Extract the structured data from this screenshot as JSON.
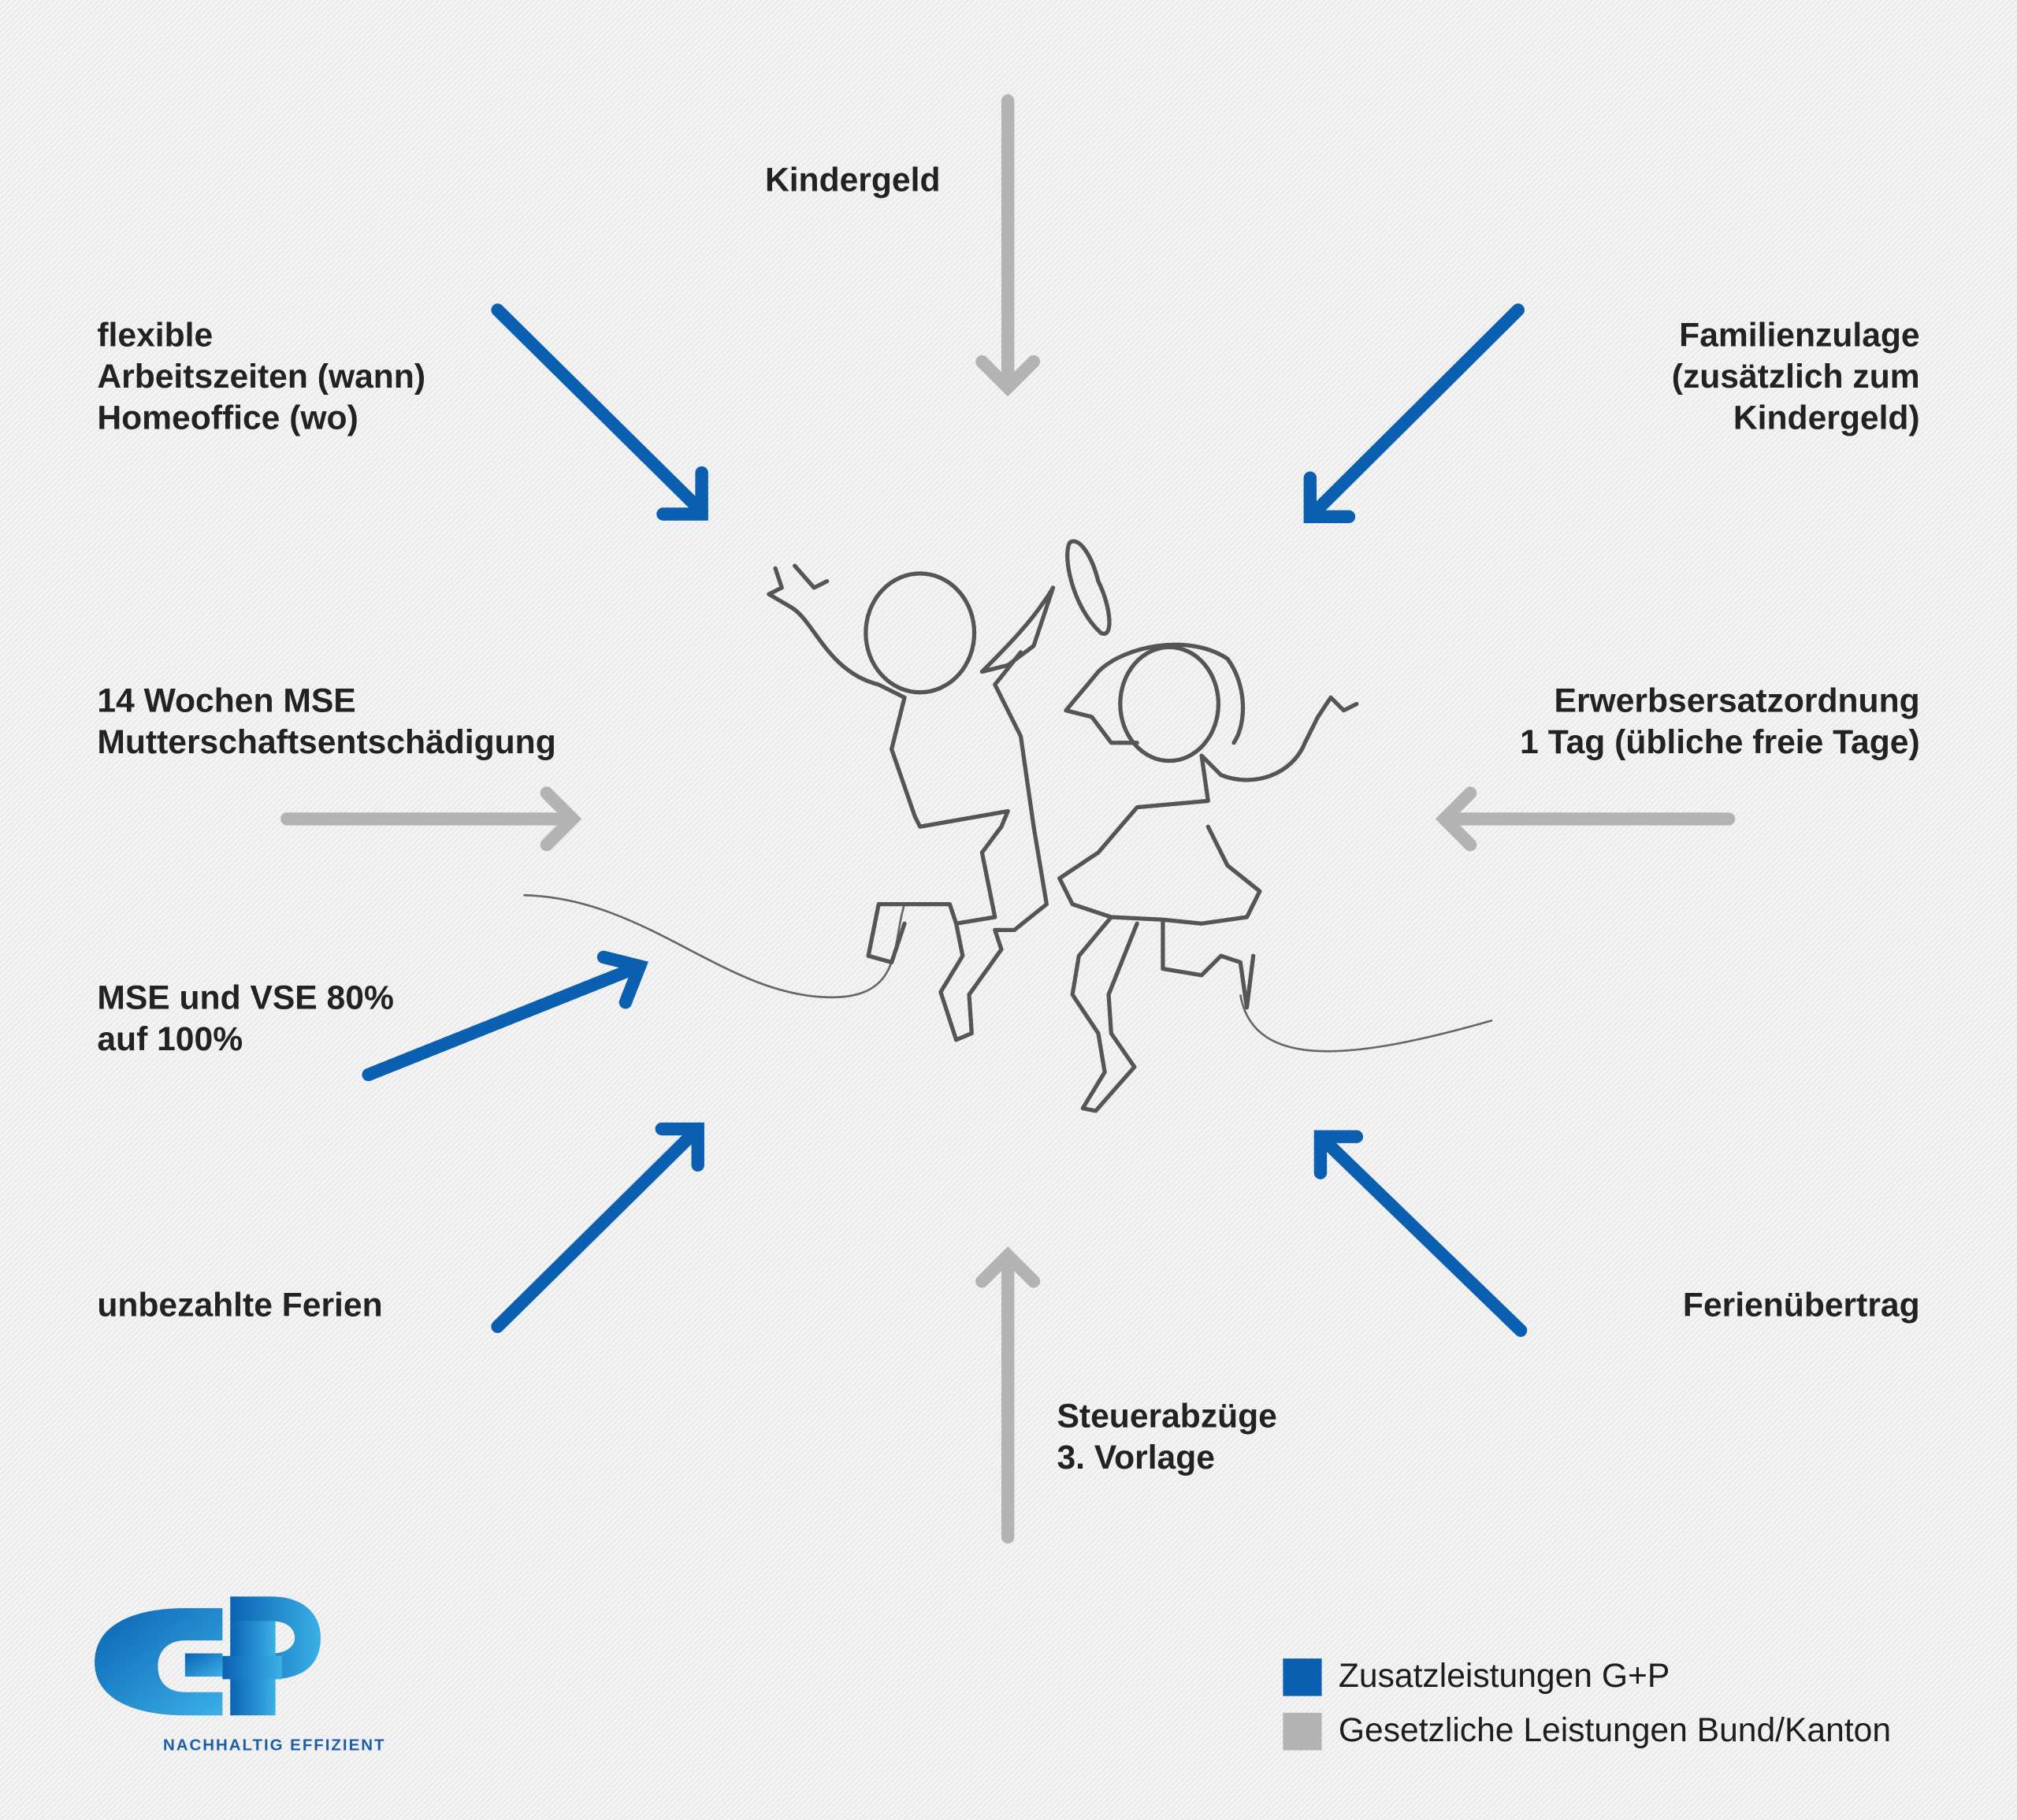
{
  "labels": {
    "kindergeld": "Kindergeld",
    "flexible": [
      "flexible",
      "Arbeitszeiten (wann)",
      "Homeoffice (wo)"
    ],
    "familienzulage": [
      "Familienzulage",
      "(zusätzlich zum",
      "Kindergeld)"
    ],
    "mse14": [
      "14 Wochen MSE",
      "Mutterschaftsentschädigung"
    ],
    "eo": [
      "Erwerbsersatzordnung",
      "1 Tag (übliche freie Tage)"
    ],
    "mse_vse": [
      "MSE und VSE 80%",
      "auf 100%"
    ],
    "unbezahlt": "unbezahlte Ferien",
    "ferienuebertrag": "Ferienübertrag",
    "steuer": [
      "Steuerabzüge",
      "3. Vorlage"
    ]
  },
  "legend": [
    {
      "label": "Zusatzleistungen G+P",
      "color": "#0a5fb0"
    },
    {
      "label": "Gesetzliche Leistungen Bund/Kanton",
      "color": "#b3b3b3"
    }
  ],
  "logo": {
    "mark": "G+P",
    "tagline": "NACHHALTIG EFFIZIENT"
  },
  "colors": {
    "blue": "#0a5fb0",
    "gray": "#b3b3b3"
  }
}
